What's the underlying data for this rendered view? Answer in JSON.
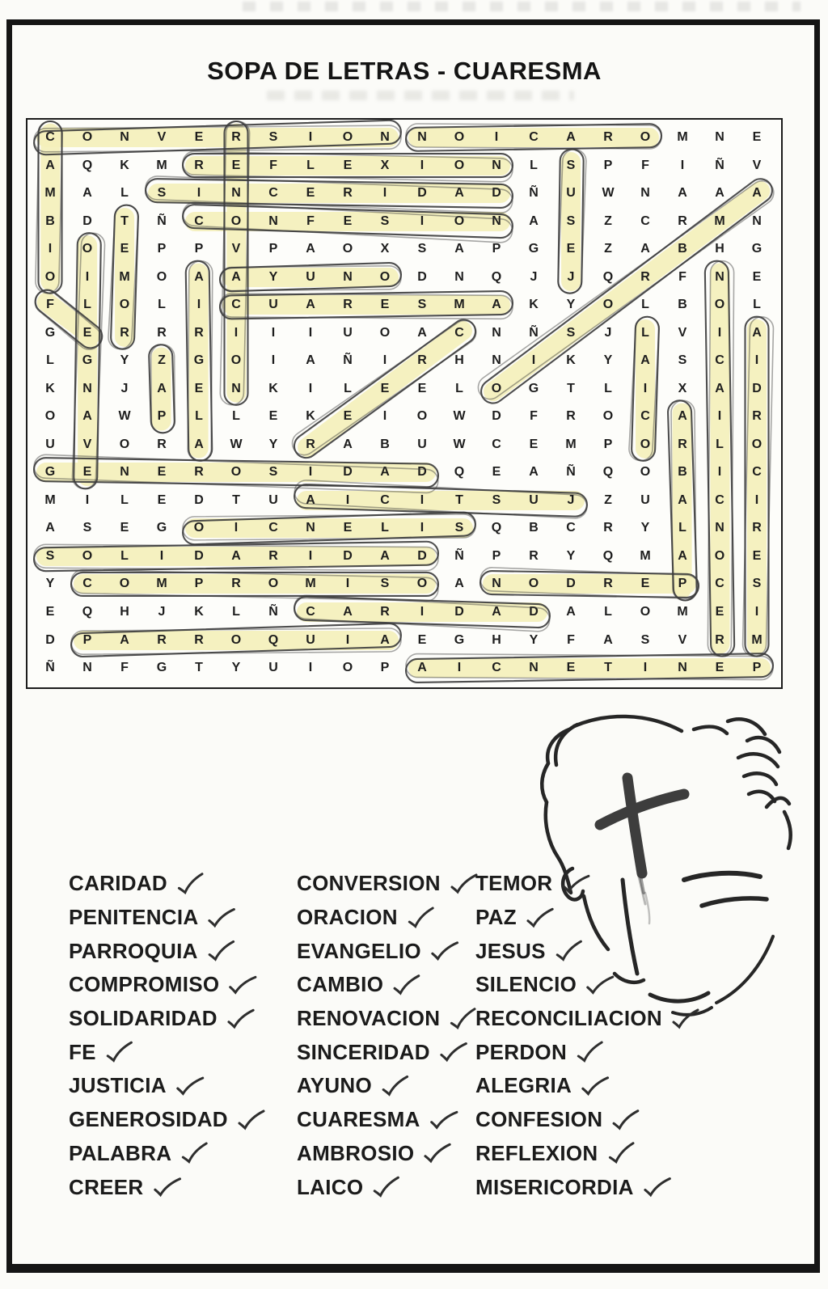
{
  "page": {
    "title": "SOPA DE LETRAS  -  CUARESMA"
  },
  "colors": {
    "highlight_yellow": "#f4f0bb",
    "pencil_gray": "#3b3b3b",
    "ink_black": "#1d1d1d"
  },
  "icons": {
    "face_sketch": "ash-cross-face-sketch",
    "checkmark": "handwritten-checkmark"
  },
  "grid": {
    "rows": [
      "CONVERSIONNOICAROMNE",
      "AQKMREFLEXIONLSPFIÑV",
      "MALSINCERIDADÑUWNAAA",
      "BDTÑCONFESIONASZCRMN",
      "IOEPPVPAOXSAPGEZABHG",
      "OIMOAAYUNODNQJJQRFNE",
      "FLOLICUARESMAKYOLBOL",
      "GERRRIIIUOACNÑSJLVIA",
      "LGYZGOIAÑIRHNIKYASCI",
      "KNJAENKILEELOGTLIXAD",
      "OAWPLLEKEIOWDFROCAIR",
      "UVORAWYRABUWCEMPORLO",
      "GENEROSIDADQEAÑQOBIC",
      "MILEDTUAICITSUJZUACI",
      "ASEGOICNELISQBCRYLNR",
      "SOLIDARIDADÑPRYQMAOE",
      "YCOMPROMISOANODREPCS",
      "EQHJKLÑCARIDADALOMEI",
      "DPARROQUIAEGHYFASVRM",
      "ÑNFGTYUIOPAICNETINEP"
    ],
    "found": [
      {
        "word": "CONVERSION",
        "from": [
          1,
          1
        ],
        "to": [
          1,
          10
        ]
      },
      {
        "word": "ORACION",
        "from": [
          1,
          17
        ],
        "to": [
          1,
          11
        ]
      },
      {
        "word": "REFLEXION",
        "from": [
          2,
          5
        ],
        "to": [
          2,
          13
        ]
      },
      {
        "word": "SINCERIDAD",
        "from": [
          3,
          4
        ],
        "to": [
          3,
          13
        ]
      },
      {
        "word": "CONFESION",
        "from": [
          4,
          5
        ],
        "to": [
          4,
          13
        ]
      },
      {
        "word": "AYUNO",
        "from": [
          6,
          6
        ],
        "to": [
          6,
          10
        ]
      },
      {
        "word": "CUARESMA",
        "from": [
          7,
          6
        ],
        "to": [
          7,
          13
        ]
      },
      {
        "word": "AMBROSIO",
        "from": [
          3,
          20
        ],
        "to": [
          10,
          13
        ]
      },
      {
        "word": "GENEROSIDAD",
        "from": [
          13,
          1
        ],
        "to": [
          13,
          11
        ]
      },
      {
        "word": "JUSTICIA",
        "from": [
          14,
          15
        ],
        "to": [
          14,
          8
        ]
      },
      {
        "word": "SILENCIO",
        "from": [
          15,
          12
        ],
        "to": [
          15,
          5
        ]
      },
      {
        "word": "SOLIDARIDAD",
        "from": [
          16,
          1
        ],
        "to": [
          16,
          11
        ]
      },
      {
        "word": "COMPROMISO",
        "from": [
          17,
          2
        ],
        "to": [
          17,
          11
        ]
      },
      {
        "word": "PERDON",
        "from": [
          17,
          18
        ],
        "to": [
          17,
          13
        ]
      },
      {
        "word": "CARIDAD",
        "from": [
          18,
          8
        ],
        "to": [
          18,
          14
        ]
      },
      {
        "word": "PARROQUIA",
        "from": [
          19,
          2
        ],
        "to": [
          19,
          10
        ]
      },
      {
        "word": "PENITENCIA",
        "from": [
          20,
          20
        ],
        "to": [
          20,
          11
        ]
      },
      {
        "word": "CAMBIO",
        "from": [
          1,
          1
        ],
        "to": [
          6,
          1
        ]
      },
      {
        "word": "EVANGELIO",
        "from": [
          13,
          2
        ],
        "to": [
          5,
          2
        ]
      },
      {
        "word": "TEMOR",
        "from": [
          4,
          3
        ],
        "to": [
          8,
          3
        ]
      },
      {
        "word": "PAZ",
        "from": [
          11,
          4
        ],
        "to": [
          9,
          4
        ]
      },
      {
        "word": "ALEGRIA",
        "from": [
          12,
          5
        ],
        "to": [
          6,
          5
        ]
      },
      {
        "word": "RENOVACION",
        "from": [
          1,
          6
        ],
        "to": [
          10,
          6
        ]
      },
      {
        "word": "JESUS",
        "from": [
          6,
          15
        ],
        "to": [
          2,
          15
        ]
      },
      {
        "word": "LAICO",
        "from": [
          8,
          17
        ],
        "to": [
          12,
          17
        ]
      },
      {
        "word": "PALABRA",
        "from": [
          17,
          18
        ],
        "to": [
          11,
          18
        ]
      },
      {
        "word": "RECONCILIACION",
        "from": [
          19,
          19
        ],
        "to": [
          6,
          19
        ]
      },
      {
        "word": "MISERICORDIA",
        "from": [
          19,
          20
        ],
        "to": [
          8,
          20
        ]
      },
      {
        "word": "CREER",
        "from": [
          8,
          12
        ],
        "to": [
          12,
          8
        ]
      },
      {
        "word": "FE",
        "from": [
          7,
          1
        ],
        "to": [
          8,
          2
        ]
      }
    ]
  },
  "word_list": {
    "columns": [
      [
        "CARIDAD",
        "PENITENCIA",
        "PARROQUIA",
        "COMPROMISO",
        "SOLIDARIDAD",
        "FE",
        "JUSTICIA",
        "GENEROSIDAD",
        "PALABRA",
        "CREER"
      ],
      [
        "CONVERSION",
        "ORACION",
        "EVANGELIO",
        "CAMBIO",
        "RENOVACION",
        "SINCERIDAD",
        "AYUNO",
        "CUARESMA",
        "AMBROSIO",
        "LAICO"
      ],
      [
        "TEMOR",
        "PAZ",
        "JESUS",
        "SILENCIO",
        "RECONCILIACION",
        "PERDON",
        "ALEGRIA",
        "CONFESION",
        "REFLEXION",
        "MISERICORDIA"
      ]
    ],
    "all_checked": true
  }
}
